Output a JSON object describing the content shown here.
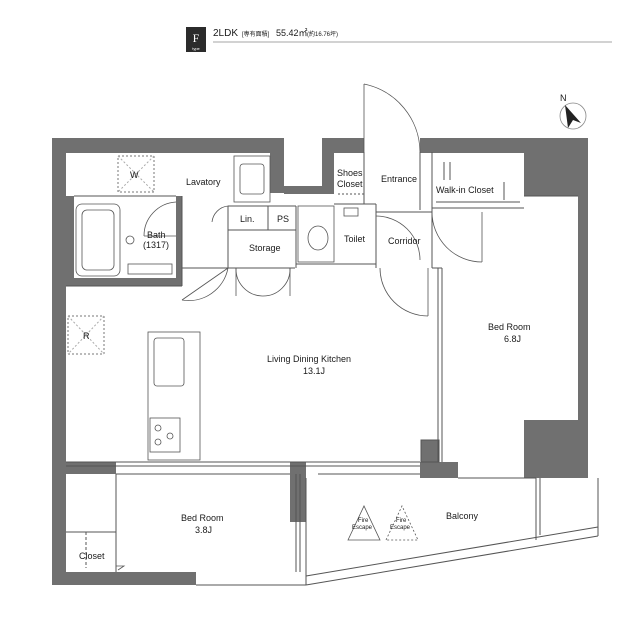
{
  "header": {
    "floor_badge": "F",
    "floor_badge_sub": "type",
    "layout_type": "2LDK",
    "area_label": "[専有面積]",
    "area_value": "55.42㎡",
    "area_alt": "(約16.76坪)"
  },
  "compass": {
    "label": "N"
  },
  "rooms": {
    "lavatory": "Lavatory",
    "washer": "W",
    "bath": "Bath",
    "bath_size": "(1317)",
    "lin": "Lin.",
    "ps": "PS",
    "storage": "Storage",
    "shoes_closet_1": "Shoes",
    "shoes_closet_2": "Closet",
    "entrance": "Entrance",
    "toilet": "Toilet",
    "corridor": "Corridor",
    "walkin_closet": "Walk-in Closet",
    "bedroom1": "Bed Room",
    "bedroom1_size": "6.8J",
    "ldk": "Living Dining Kitchen",
    "ldk_size": "13.1J",
    "refrigerator": "R",
    "bedroom2": "Bed Room",
    "bedroom2_size": "3.8J",
    "closet": "Closet",
    "balcony": "Balcony",
    "fire_escape_1a": "Fire",
    "fire_escape_1b": "Escape",
    "fire_escape_2a": "Fire",
    "fire_escape_2b": "Escape"
  }
}
